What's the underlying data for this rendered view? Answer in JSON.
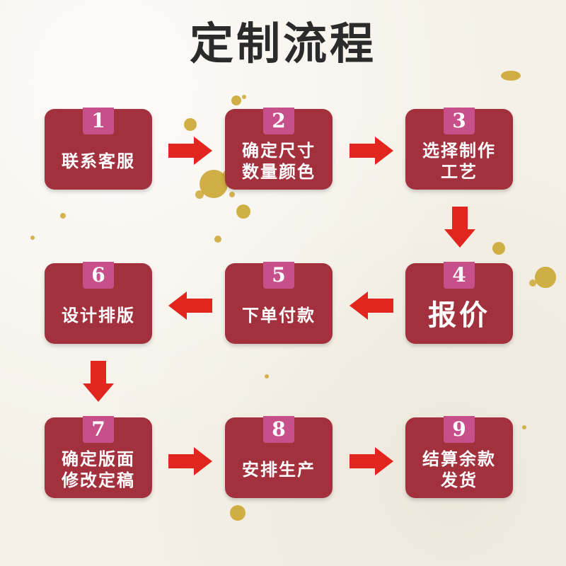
{
  "title": "定制流程",
  "colors": {
    "card": "#a3313d",
    "badge": "#c8508a",
    "arrow": "#e0261f",
    "text": "#ffffff",
    "title": "#2b2b2b",
    "gold": "#c9a227"
  },
  "steps": [
    {
      "number": "1",
      "lines": [
        "联系客服"
      ]
    },
    {
      "number": "2",
      "lines": [
        "确定尺寸",
        "数量颜色"
      ]
    },
    {
      "number": "3",
      "lines": [
        "选择制作",
        "工艺"
      ]
    },
    {
      "number": "4",
      "lines": [
        "报价"
      ]
    },
    {
      "number": "5",
      "lines": [
        "下单付款"
      ]
    },
    {
      "number": "6",
      "lines": [
        "设计排版"
      ]
    },
    {
      "number": "7",
      "lines": [
        "确定版面",
        "修改定稿"
      ]
    },
    {
      "number": "8",
      "lines": [
        "安排生产"
      ]
    },
    {
      "number": "9",
      "lines": [
        "结算余款",
        "发货"
      ]
    }
  ]
}
